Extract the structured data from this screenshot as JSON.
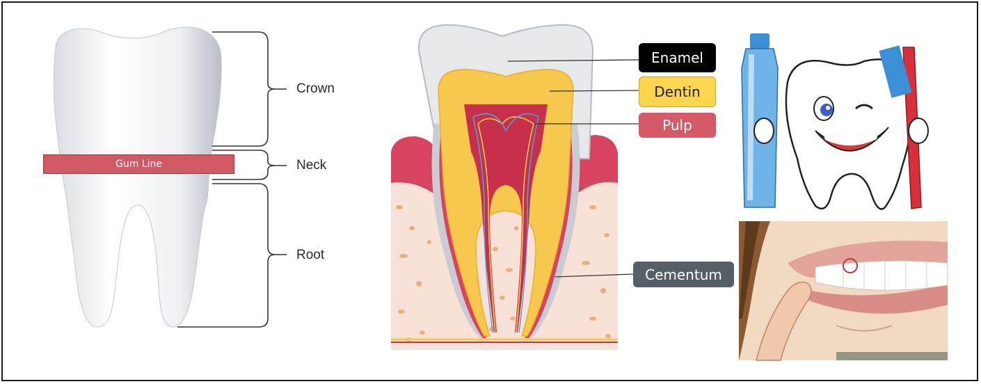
{
  "left_diagram": {
    "crown_label": "Crown",
    "neck_label": "Neck",
    "root_label": "Root",
    "gum_line_label": "Gum Line",
    "gum_line_color": "#cf5a64"
  },
  "cross_section": {
    "enamel_label": "Enamel",
    "enamel_color": "#000000",
    "dentin_label": "Dentin",
    "dentin_color": "#fdd54f",
    "pulp_label": "Pulp",
    "pulp_color": "#d45a67",
    "cementum_label": "Cementum",
    "cementum_color": "#555f66"
  },
  "cartoon": {
    "subject": "smiling tooth holding toothpaste and toothbrush"
  },
  "photo": {
    "subject": "finger pulling lip to show gums"
  }
}
